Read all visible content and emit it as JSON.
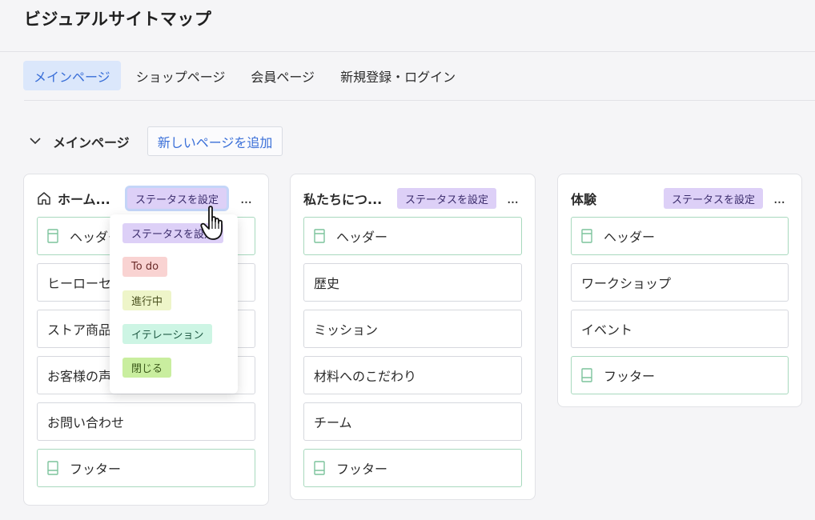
{
  "page": {
    "title": "ビジュアルサイトマップ"
  },
  "tabs": [
    {
      "label": "メインページ",
      "active": true
    },
    {
      "label": "ショップページ"
    },
    {
      "label": "会員ページ"
    },
    {
      "label": "新規登録・ログイン"
    }
  ],
  "section": {
    "title": "メインページ",
    "add_button": "新しいページを追加"
  },
  "columns": [
    {
      "title": "ホーム...",
      "status": "ステータスを設定",
      "more": "...",
      "items": [
        {
          "label": "ヘッダー",
          "icon": "header-icon"
        },
        {
          "label": "ヒーローセ"
        },
        {
          "label": "ストア商品"
        },
        {
          "label": "お客様の声"
        },
        {
          "label": "お問い合わせ"
        },
        {
          "label": "フッター",
          "icon": "footer-icon"
        }
      ]
    },
    {
      "title": "私たちにつ...",
      "status": "ステータスを設定",
      "more": "...",
      "items": [
        {
          "label": "ヘッダー",
          "icon": "header-icon"
        },
        {
          "label": "歴史"
        },
        {
          "label": "ミッション"
        },
        {
          "label": "材料へのこだわり"
        },
        {
          "label": "チーム"
        },
        {
          "label": "フッター",
          "icon": "footer-icon"
        }
      ]
    },
    {
      "title": "体験",
      "status": "ステータスを設定",
      "more": "...",
      "items": [
        {
          "label": "ヘッダー",
          "icon": "header-icon"
        },
        {
          "label": "ワークショップ"
        },
        {
          "label": "イベント"
        },
        {
          "label": "フッター",
          "icon": "footer-icon"
        }
      ]
    }
  ],
  "status_dropdown": {
    "options": [
      {
        "label": "ステータスを設定",
        "color": "#ddd0f7"
      },
      {
        "label": "To do",
        "color": "#f9d3d2"
      },
      {
        "label": "進行中",
        "color": "#eef5c9"
      },
      {
        "label": "イテレーション",
        "color": "#cdf5e4"
      },
      {
        "label": "閉じる",
        "color": "#c9ee9f"
      }
    ]
  },
  "colors": {
    "accent": "#3a6fd8",
    "tab_active_bg": "#dbe7fb",
    "frame_green": "#a8d9be"
  }
}
